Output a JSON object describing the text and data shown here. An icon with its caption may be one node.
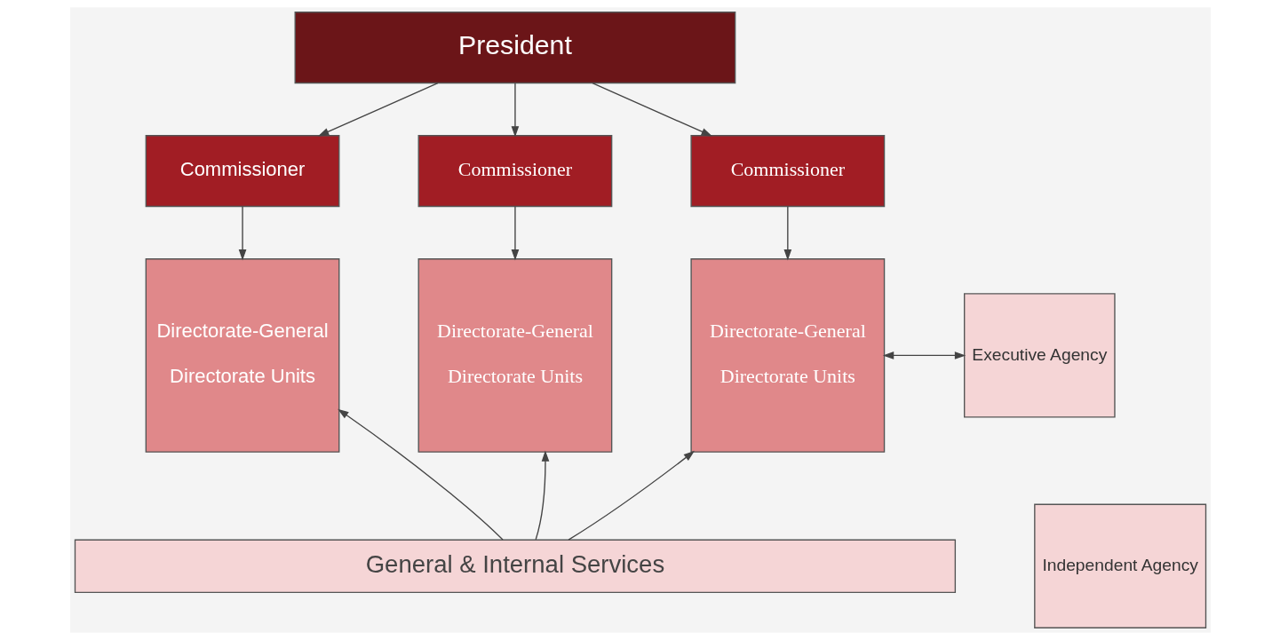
{
  "diagram": {
    "nodes": [
      {
        "text": [
          "President"
        ]
      },
      {
        "text": [
          "Commissioner"
        ]
      },
      {
        "text": [
          "Commissioner"
        ]
      },
      {
        "text": [
          "Commissioner"
        ]
      },
      {
        "text": [
          "Directorate-General",
          "Directorate Units"
        ]
      },
      {
        "text": [
          "Directorate-General",
          "Directorate Units"
        ]
      },
      {
        "text": [
          "Directorate-General",
          "Directorate Units"
        ]
      },
      {
        "text": [
          "Executive Agency"
        ]
      },
      {
        "text": [
          "Independent Agency"
        ]
      },
      {
        "text": [
          "General & Internal Services"
        ]
      }
    ],
    "edges": [
      {
        "from": 0,
        "to": 1,
        "arrow": "to"
      },
      {
        "from": 0,
        "to": 2,
        "arrow": "to"
      },
      {
        "from": 0,
        "to": 3,
        "arrow": "to"
      },
      {
        "from": 1,
        "to": 4,
        "arrow": "to"
      },
      {
        "from": 2,
        "to": 5,
        "arrow": "to"
      },
      {
        "from": 3,
        "to": 6,
        "arrow": "to"
      },
      {
        "from": 9,
        "to": 4,
        "arrow": "to"
      },
      {
        "from": 9,
        "to": 5,
        "arrow": "to"
      },
      {
        "from": 9,
        "to": 6,
        "arrow": "to"
      },
      {
        "from": 6,
        "to": 7,
        "arrow": "both"
      }
    ]
  }
}
